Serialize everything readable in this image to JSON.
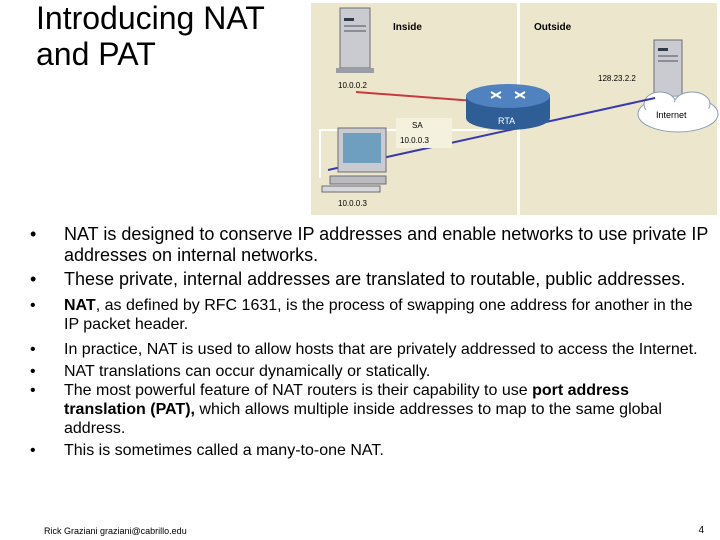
{
  "slide": {
    "title_line1": "Introducing NAT",
    "title_line2": "and PAT",
    "footer": "Rick Graziani graziani@cabrillo.edu",
    "page_number": "4"
  },
  "diagram": {
    "inside_label": "Inside",
    "outside_label": "Outside",
    "server_inside_ip": "10.0.0.2",
    "server_outside_ip": "128.23.2.2",
    "router_label": "RTA",
    "internet_label": "Internet",
    "sa_label": "SA",
    "sa_ip": "10.0.0.3",
    "pc_ip": "10.0.0.3",
    "colors": {
      "inside_bg": "#ece7cc",
      "outside_bg": "#ece7cc",
      "router": "#3f6fa8",
      "link_blue": "#3a3ab0",
      "link_red": "#c8383f"
    }
  },
  "bullets": [
    {
      "bullet": "•",
      "text": "NAT is designed to conserve IP addresses and enable networks to use private IP addresses on internal networks."
    },
    {
      "bullet": "•",
      "text": "These private, internal addresses are translated to routable, public addresses."
    },
    {
      "bullet": "•",
      "bold_lead": "NAT",
      "text": ", as defined by RFC 1631, is the process of swapping one address for another in the IP packet header."
    },
    {
      "bullet": "•",
      "text": "In practice, NAT is used to allow hosts that are privately addressed to access the Internet."
    },
    {
      "bullet": "•",
      "text": "NAT translations can occur dynamically or statically."
    },
    {
      "bullet": "•",
      "text": "The most powerful feature of NAT routers is their capability to use ",
      "bold_mid": "port address translation (PAT),",
      "text_after": " which allows multiple inside addresses to map to the same global address."
    },
    {
      "bullet": "•",
      "text": "This is sometimes called a many-to-one NAT."
    }
  ]
}
